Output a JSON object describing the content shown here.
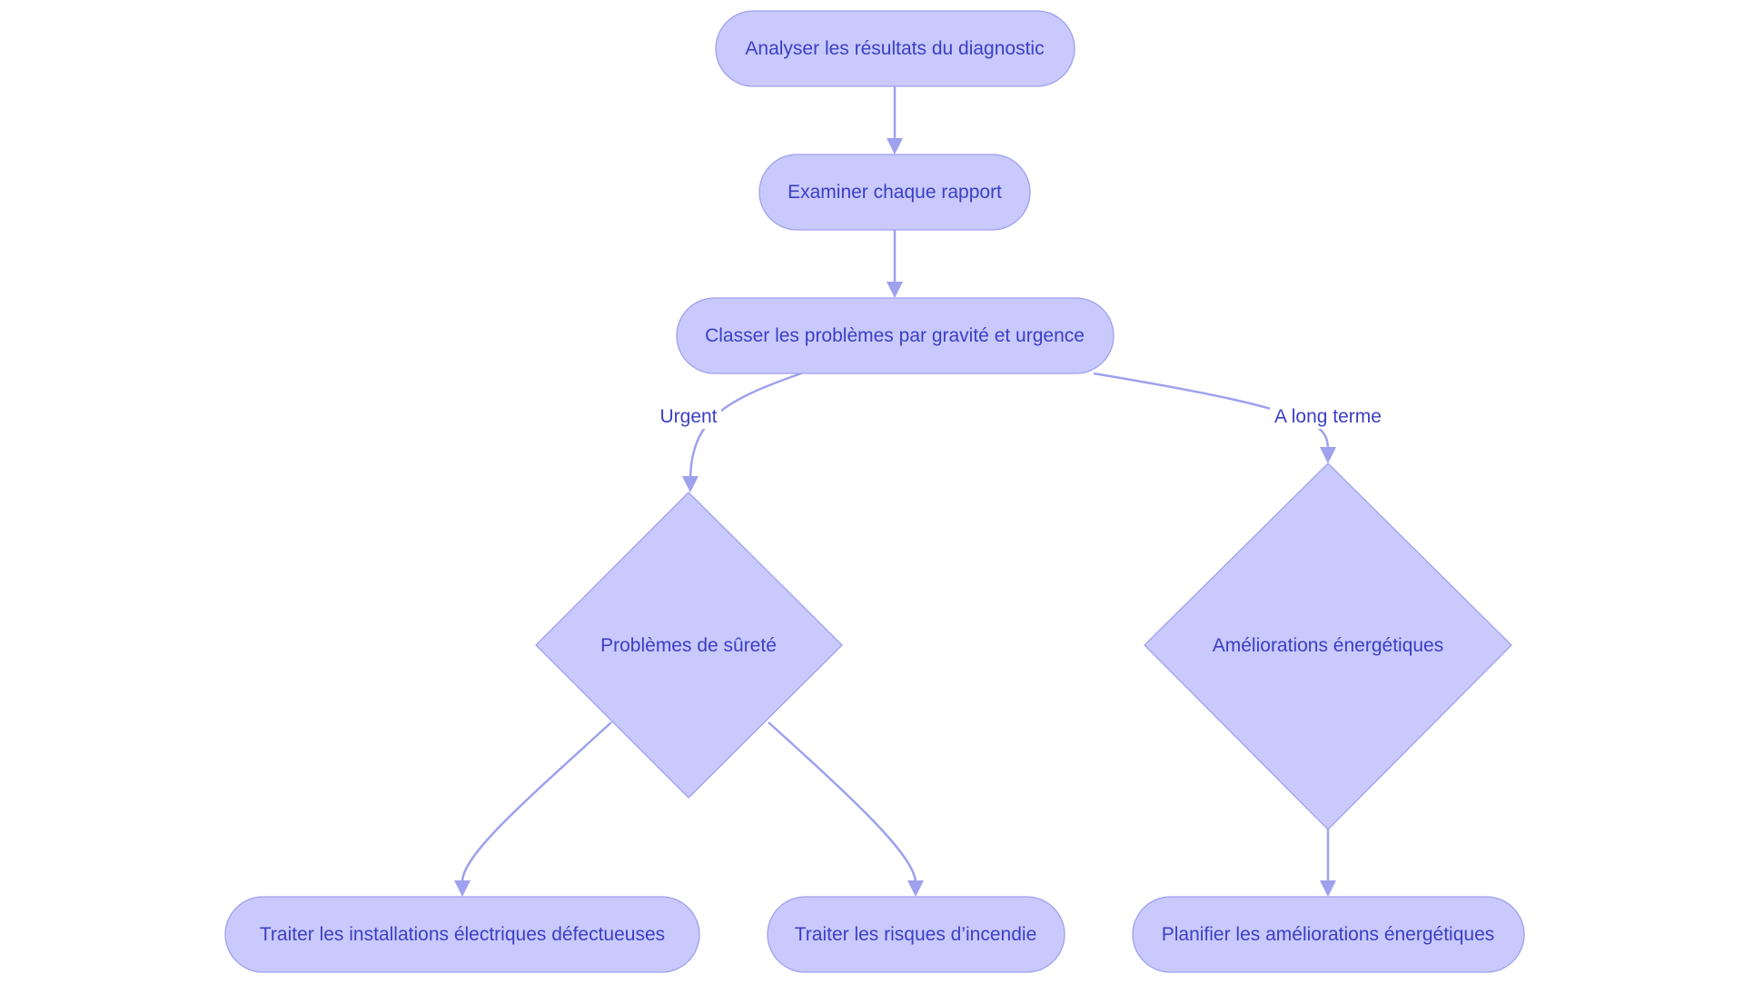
{
  "nodes": {
    "analyser": "Analyser les résultats du diagnostic",
    "examiner": "Examiner chaque rapport",
    "classer": "Classer les problèmes par gravité et urgence",
    "surete": "Problèmes de sûreté",
    "energie": "Améliorations énergétiques",
    "electrique": "Traiter les installations électriques défectueuses",
    "incendie": "Traiter les risques d’incendie",
    "planifier": "Planifier les améliorations énergétiques"
  },
  "edges": {
    "urgent_label": "Urgent",
    "long_terme_label": "A long terme"
  },
  "colors": {
    "node_fill": "#c9c9fd",
    "node_stroke": "#9ea1ee",
    "edge": "#9ea1ee",
    "text": "#3b3fc4"
  }
}
